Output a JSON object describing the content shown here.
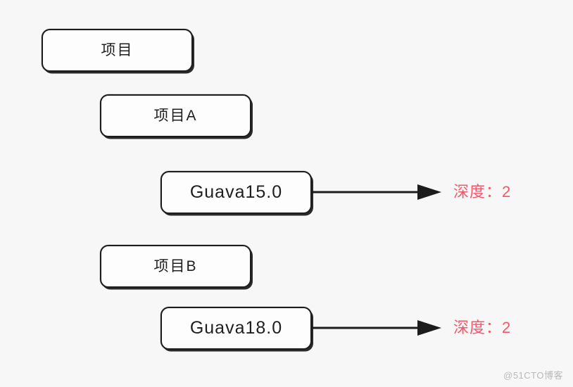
{
  "diagram": {
    "background_color": "#f7f7f7",
    "box_border_color": "#1c1c1c",
    "box_fill_color": "#fdfdfd",
    "accent_color": "#f4566b",
    "nodes": [
      {
        "id": "project",
        "label": "项目",
        "script": "cjk"
      },
      {
        "id": "project_a",
        "label": "项目A",
        "script": "cjk"
      },
      {
        "id": "guava15",
        "label": "Guava15.0",
        "script": "latin"
      },
      {
        "id": "project_b",
        "label": "项目B",
        "script": "cjk"
      },
      {
        "id": "guava18",
        "label": "Guava18.0",
        "script": "latin"
      }
    ],
    "annotations": [
      {
        "id": "depth_guava15",
        "text": "深度：2",
        "from": "guava15",
        "color": "#f4566b"
      },
      {
        "id": "depth_guava18",
        "text": "深度：2",
        "from": "guava18",
        "color": "#f4566b"
      }
    ],
    "arrows": [
      {
        "id": "arrow_guava15",
        "direction": "right",
        "head": "filled-triangle"
      },
      {
        "id": "arrow_guava18",
        "direction": "right",
        "head": "filled-triangle"
      }
    ]
  },
  "watermark": {
    "text": "@51CTO博客"
  }
}
